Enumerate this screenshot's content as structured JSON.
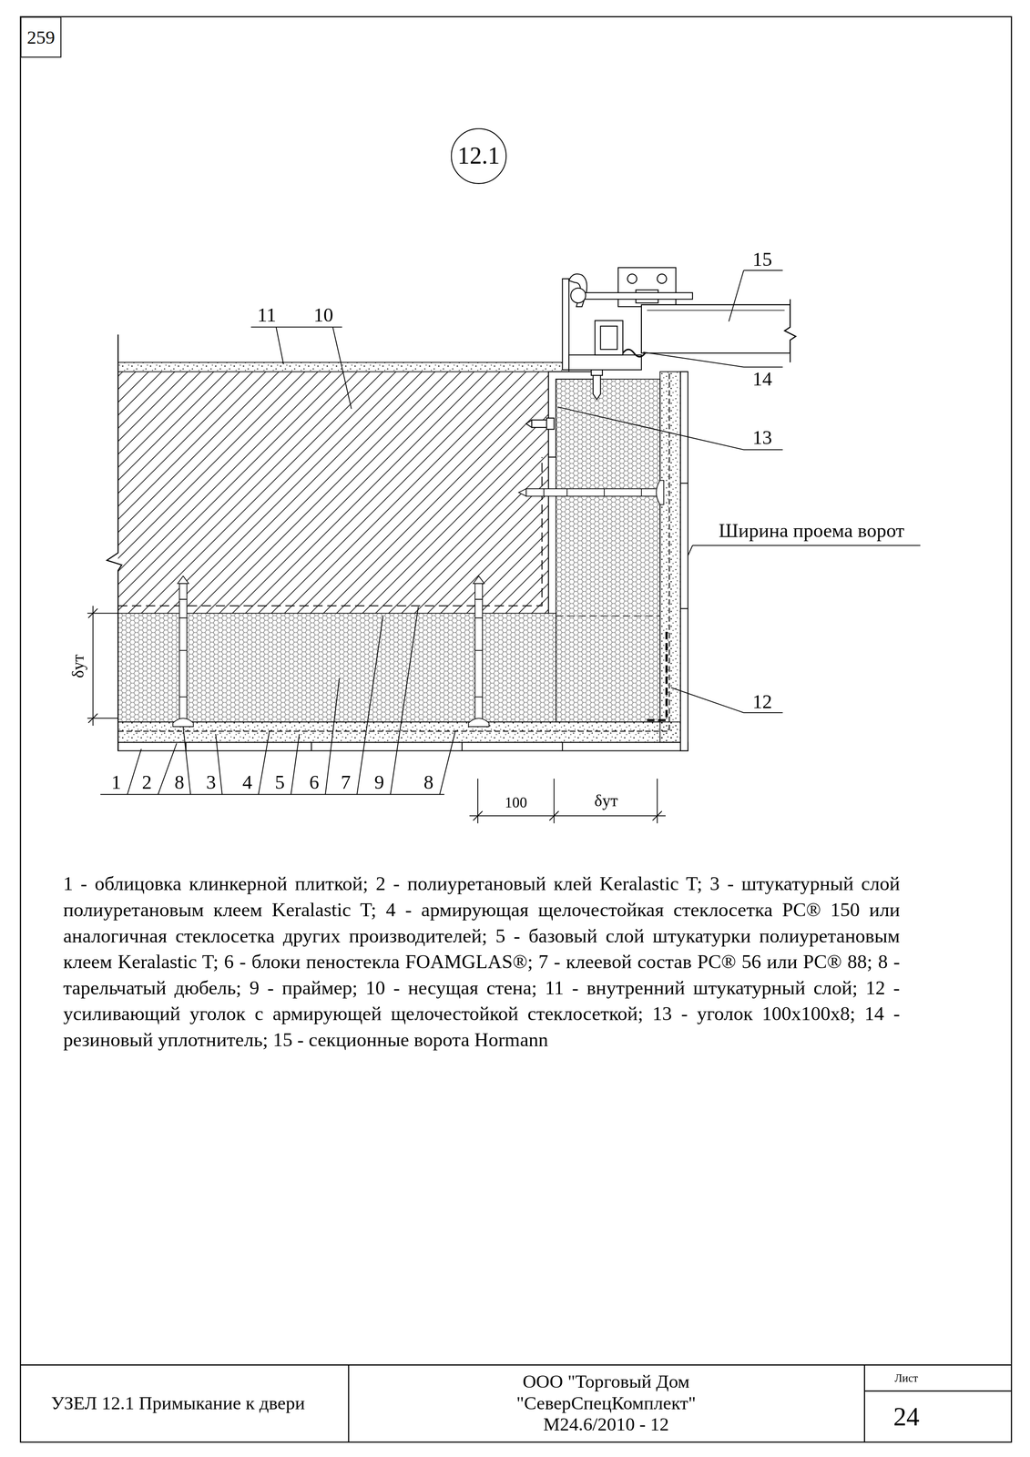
{
  "diagram": {
    "nodes": [
      {
        "text": [
          "259"
        ]
      },
      {
        "text": [
          "12.1"
        ]
      }
    ],
    "labels": [
      "15",
      "11",
      "10",
      "14",
      "13",
      "Ширина проема ворот",
      "12",
      "δут",
      "1",
      "2",
      "8",
      "3",
      "4",
      "5",
      "6",
      "7",
      "9",
      "8",
      "100",
      "δут",
      "1 - облицовка клинкерной плиткой; 2 - полиуретановый клей Keralastic T; 3 - штукатурный слой полиуретановым клеем Keralastic T; 4 - армирующая щелочестойкая стеклосетка PC® 150 или аналогичная стеклосетка других производителей; 5 - базовый слой штукатурки полиуретановым клеем Keralastic T; 6 - блоки пеностекла FOAMGLAS®; 7 - клеевой состав PC® 56 или PC® 88; 8 - тарельчатый дюбель; 9 - праймер; 10 - несущая стена; 11 - внутренний штукатурный слой; 12 - усиливающий уголок с армирующей щелочестойкой стеклосеткой; 13 - уголок 100x100x8; 14 - резиновый уплотнитель; 15 - секционные ворота Hormann",
      "УЗЕЛ 12.1 Примыкание к двери",
      "ООО \"Торговый Дом \"СеверСпецКомплект\" М24.6/2010 - 12",
      "Лист",
      "24"
    ]
  }
}
